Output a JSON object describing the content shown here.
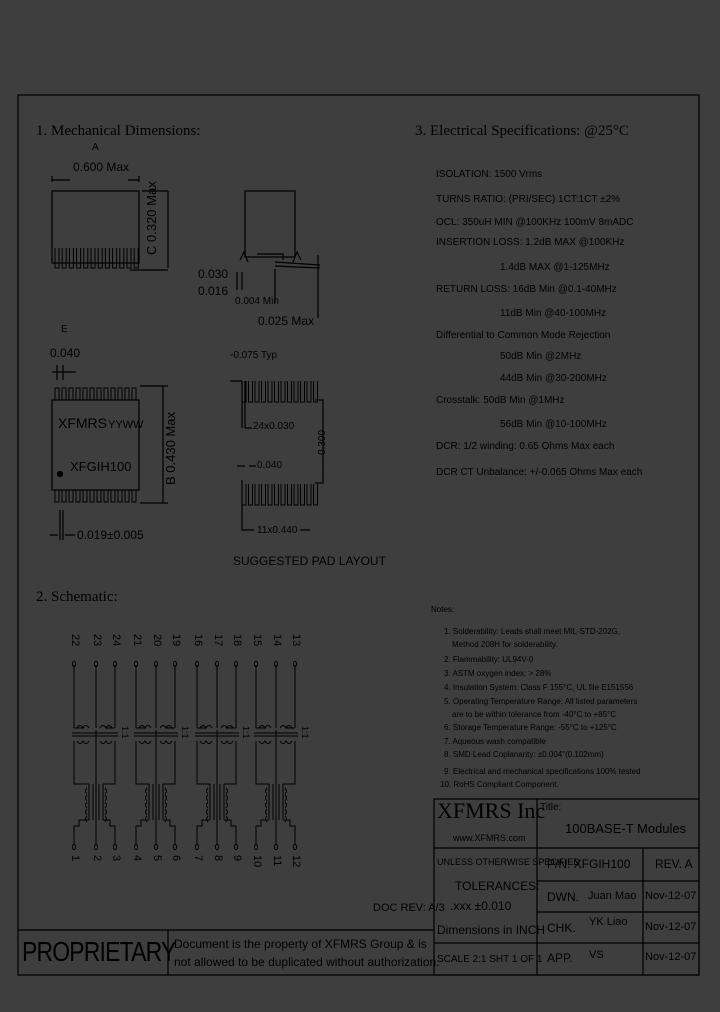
{
  "sections": {
    "mechanical": "1. Mechanical Dimensions:",
    "schematic": "2. Schematic:",
    "electrical": "3. Electrical Specifications: @25°C"
  },
  "mechanical": {
    "dim_a_label": "A",
    "dim_a_value": "0.600 Max",
    "dim_c": "C 0.320 Max",
    "lead_top": "0.030",
    "lead_bottom": "0.016",
    "standoff": "0.004 Min",
    "coplanarity": "0.025 Max",
    "dim_e_label": "E",
    "pitch": "0.040",
    "marking_brand": "XFMRS",
    "marking_date": "YYWW",
    "marking_part": "XFGIH100",
    "dim_b": "B 0.430 Max",
    "lead_width": "0.019±0.005",
    "pad_typ": "-0.075 Typ",
    "pad_count_width": "24x0.030",
    "pad_pitch": "0.040",
    "pad_span": "11x0.440",
    "pad_height": "0.300",
    "pad_title": "SUGGESTED PAD LAYOUT"
  },
  "schematic": {
    "top_pins": [
      "22",
      "23",
      "24",
      "21",
      "20",
      "19",
      "16",
      "17",
      "18",
      "15",
      "14",
      "13"
    ],
    "bottom_pins": [
      "1",
      "2",
      "3",
      "4",
      "5",
      "6",
      "7",
      "8",
      "9",
      "10",
      "11",
      "12"
    ],
    "ratio": "1:1"
  },
  "electrical": {
    "lines": [
      {
        "text": "ISOLATION: 1500 Vrms",
        "indent": false
      },
      {
        "text": "TURNS RATIO: (PRI/SEC) 1CT:1CT ±2%",
        "indent": false
      },
      {
        "text": "OCL: 350uH MIN @100KHz 100mV 8mADC",
        "indent": false
      },
      {
        "text": "INSERTION LOSS: 1.2dB MAX @100KHz",
        "indent": false
      },
      {
        "text": "1.4dB MAX @1-125MHz",
        "indent": true
      },
      {
        "text": "RETURN LOSS: 16dB Min @0.1-40MHz",
        "indent": false
      },
      {
        "text": "11dB Min @40-100MHz",
        "indent": true
      },
      {
        "text": "Differential to Common Mode Rejection",
        "indent": false
      },
      {
        "text": "50dB Min @2MHz",
        "indent": true
      },
      {
        "text": "44dB Min @30-200MHz",
        "indent": true
      },
      {
        "text": "Crosstalk: 50dB Min @1MHz",
        "indent": false
      },
      {
        "text": "56dB Min @10-100MHz",
        "indent": true
      },
      {
        "text": "DCR: 1/2 winding: 0.65 Ohms Max each",
        "indent": false
      },
      {
        "text": "DCR CT Unbalance: +/-0.065 Ohms Max each",
        "indent": false
      }
    ]
  },
  "notes": {
    "title": "Notes:",
    "items": [
      "1. Solderability: Leads shall meet MIL-STD-202G,",
      "Method 208H for solderability.",
      "2. Flammability: UL94V-0",
      "3. ASTM oxygen index: > 28%",
      "4. Insulation System: Class F 155°C, UL file E151556",
      "5. Operating Temperature Range: All listed parameters",
      "are to be within tolerance from -40°C to +85°C",
      "6. Storage Temperature Range: -55°C to +125°C",
      "7. Aqueous wash compatible",
      "8. SMD Lead Coplanarity: ±0.004\"(0.102mm)",
      "9. Electrical and mechanical specifications 100% tested",
      "10. RoHS Compliant Component."
    ]
  },
  "title_block": {
    "company": "XFMRS Inc",
    "website": "www.XFMRS.com",
    "title_label": "Title:",
    "title": "100BASE-T Modules",
    "unless": "UNLESS OTHERWISE SPECIFIED",
    "tolerances": "TOLERANCES:",
    "tolerance_value": ".xxx ±0.010",
    "dimensions": "Dimensions in INCH",
    "scale": "SCALE 2:1 SHT 1 OF 1",
    "pn": "P/N: XFGIH100",
    "rev": "REV. A",
    "dwn_label": "DWN.",
    "dwn_name": "Juan Mao",
    "dwn_date": "Nov-12-07",
    "chk_label": "CHK.",
    "chk_name": "YK Liao",
    "chk_date": "Nov-12-07",
    "app_label": "APP.",
    "app_name": "VS",
    "app_date": "Nov-12-07",
    "doc_rev": "DOC REV: A/3",
    "proprietary": "PROPRIETARY",
    "proprietary_text_1": "Document is the property of XFMRS Group & is",
    "proprietary_text_2": "not allowed to be duplicated without authorization."
  },
  "colors": {
    "background": "#3e3e3e",
    "ink": "#000000"
  }
}
